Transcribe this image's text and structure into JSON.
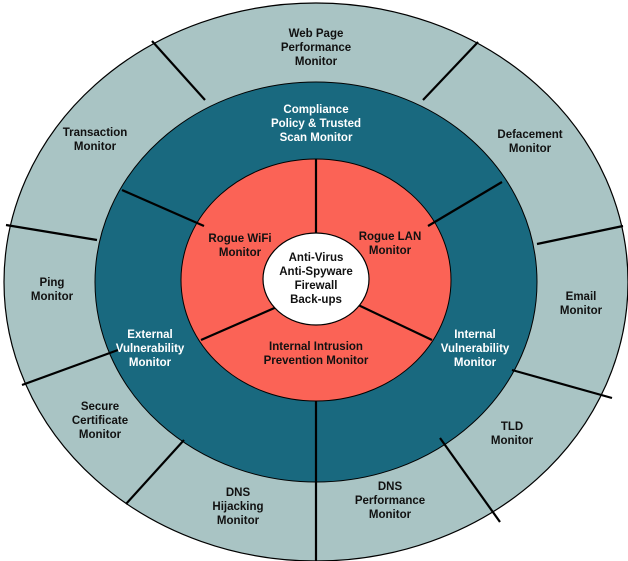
{
  "colors": {
    "outer_ring": "#a9c4c4",
    "middle_ring": "#19697f",
    "inner_ring": "#fb6356",
    "core": "#ffffff",
    "divider": "#000000"
  },
  "core": {
    "lines": [
      "Anti-Virus",
      "Anti-Spyware",
      "Firewall",
      "Back-ups"
    ]
  },
  "inner_ring": [
    {
      "lines": [
        "Rogue WiFi",
        "Monitor"
      ]
    },
    {
      "lines": [
        "Rogue LAN",
        "Monitor"
      ]
    },
    {
      "lines": [
        "Internal Intrusion",
        "Prevention Monitor"
      ]
    }
  ],
  "middle_ring": [
    {
      "lines": [
        "Compliance",
        "Policy & Trusted",
        "Scan Monitor"
      ]
    },
    {
      "lines": [
        "Internal",
        "Vulnerability",
        "Monitor"
      ]
    },
    {
      "lines": [
        "External",
        "Vulnerability",
        "Monitor"
      ]
    }
  ],
  "outer_ring": [
    {
      "lines": [
        "Web Page",
        "Performance",
        "Monitor"
      ]
    },
    {
      "lines": [
        "Defacement",
        "Monitor"
      ]
    },
    {
      "lines": [
        "Email",
        "Monitor"
      ]
    },
    {
      "lines": [
        "TLD",
        "Monitor"
      ]
    },
    {
      "lines": [
        "DNS",
        "Performance",
        "Monitor"
      ]
    },
    {
      "lines": [
        "DNS",
        "Hijacking",
        "Monitor"
      ]
    },
    {
      "lines": [
        "Secure",
        "Certificate",
        "Monitor"
      ]
    },
    {
      "lines": [
        "Ping",
        "Monitor"
      ]
    },
    {
      "lines": [
        "Transaction",
        "Monitor"
      ]
    }
  ]
}
